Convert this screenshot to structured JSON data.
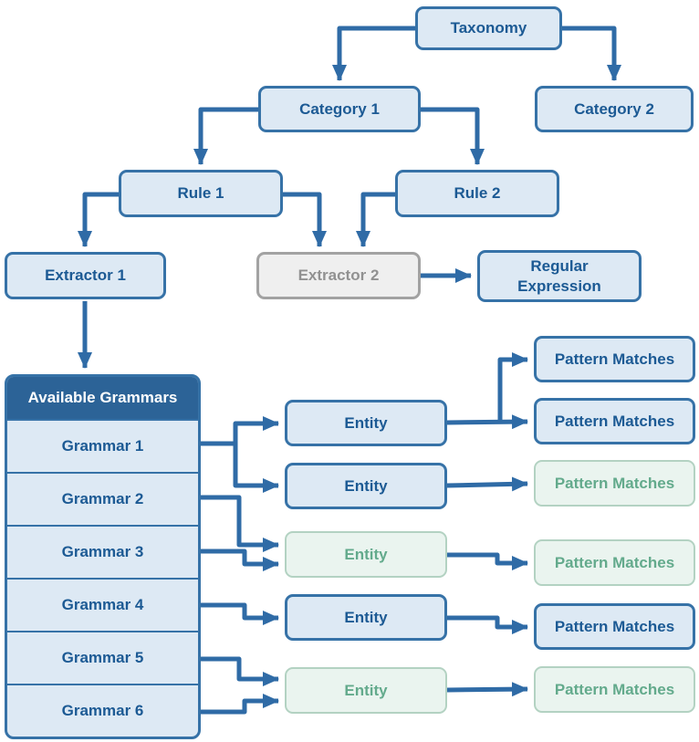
{
  "palette": {
    "blue_fill": "#dde9f4",
    "blue_border": "#3672a7",
    "blue_text": "#1c5a94",
    "green_fill": "#eaf4ef",
    "green_border": "#b3d2c2",
    "green_text": "#63aa8c",
    "gray_fill": "#efefef",
    "gray_border": "#a2a2a2",
    "gray_text": "#919191",
    "header_fill": "#2c6397",
    "header_text": "#ffffff",
    "arrow": "#2f6ba6"
  },
  "nodes": {
    "taxonomy": "Taxonomy",
    "category_1": "Category 1",
    "category_2": "Category 2",
    "rule_1": "Rule 1",
    "rule_2": "Rule 2",
    "extractor_1": "Extractor 1",
    "extractor_2": "Extractor 2",
    "regular_expression": "Regular Expression"
  },
  "grammars": {
    "header": "Available Grammars",
    "items": [
      "Grammar 1",
      "Grammar 2",
      "Grammar 3",
      "Grammar 4",
      "Grammar 5",
      "Grammar 6"
    ]
  },
  "entities": [
    {
      "label": "Entity",
      "variant": "blue"
    },
    {
      "label": "Entity",
      "variant": "blue"
    },
    {
      "label": "Entity",
      "variant": "green"
    },
    {
      "label": "Entity",
      "variant": "blue"
    },
    {
      "label": "Entity",
      "variant": "green"
    }
  ],
  "pattern_matches": [
    {
      "label": "Pattern Matches",
      "variant": "blue"
    },
    {
      "label": "Pattern Matches",
      "variant": "blue"
    },
    {
      "label": "Pattern Matches",
      "variant": "green"
    },
    {
      "label": "Pattern Matches",
      "variant": "green"
    },
    {
      "label": "Pattern Matches",
      "variant": "blue"
    },
    {
      "label": "Pattern Matches",
      "variant": "green"
    }
  ]
}
